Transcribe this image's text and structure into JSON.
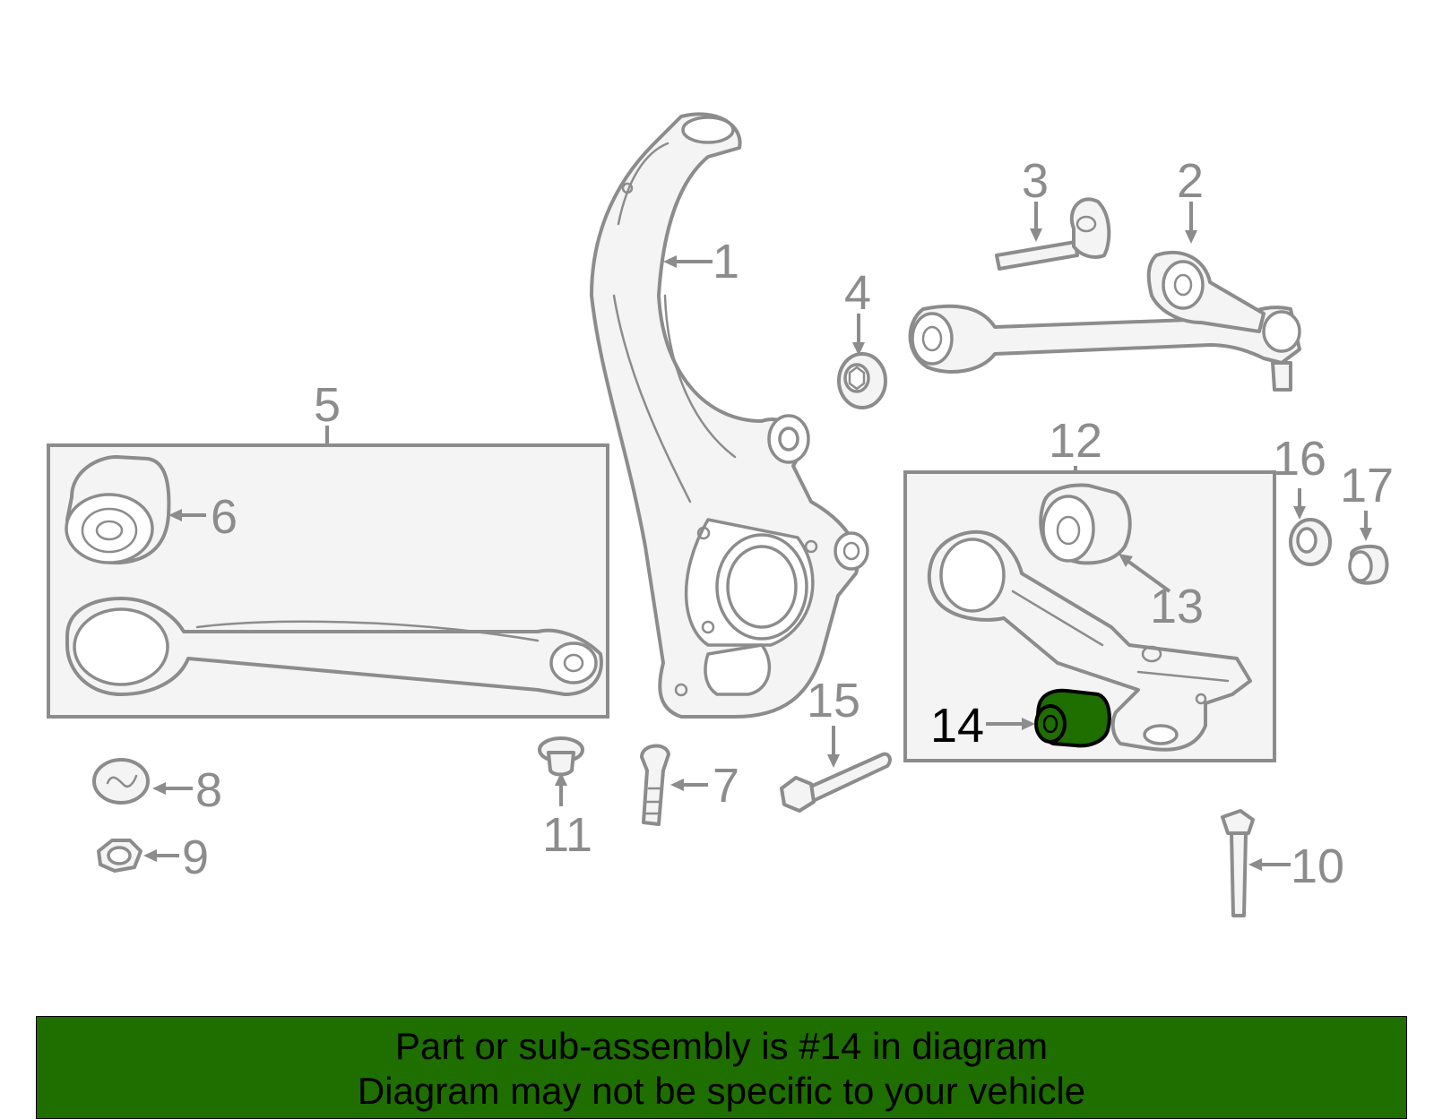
{
  "diagram": {
    "callouts": [
      {
        "id": "1",
        "label": "1"
      },
      {
        "id": "2",
        "label": "2"
      },
      {
        "id": "3",
        "label": "3"
      },
      {
        "id": "4",
        "label": "4"
      },
      {
        "id": "5",
        "label": "5"
      },
      {
        "id": "6",
        "label": "6"
      },
      {
        "id": "7",
        "label": "7"
      },
      {
        "id": "8",
        "label": "8"
      },
      {
        "id": "9",
        "label": "9"
      },
      {
        "id": "10",
        "label": "10"
      },
      {
        "id": "11",
        "label": "11"
      },
      {
        "id": "12",
        "label": "12"
      },
      {
        "id": "13",
        "label": "13"
      },
      {
        "id": "14",
        "label": "14"
      },
      {
        "id": "15",
        "label": "15"
      },
      {
        "id": "16",
        "label": "16"
      },
      {
        "id": "17",
        "label": "17"
      }
    ],
    "highlighted_part": "14",
    "colors": {
      "line": "#8c8c8c",
      "highlight_fill": "#1e6e00",
      "banner_background": "#1e6e00",
      "panel_fill": "#f4f4f4"
    }
  },
  "banner": {
    "line1": "Part or sub-assembly is #14 in diagram",
    "line2": "Diagram may not be specific to your vehicle"
  }
}
